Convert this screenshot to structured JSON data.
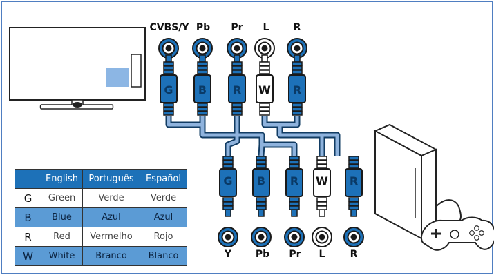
{
  "top_jacks": [
    "CVBS/Y",
    "Pb",
    "Pr",
    "L",
    "R"
  ],
  "top_plugs": [
    "G",
    "B",
    "R",
    "W",
    "R"
  ],
  "bottom_plugs": [
    "G",
    "B",
    "R",
    "W",
    "R"
  ],
  "bottom_jacks": [
    "Y",
    "Pb",
    "Pr",
    "L",
    "R"
  ],
  "colors": {
    "frame": "#4f7ec1",
    "plug_blue": "#1d71b8",
    "plug_dark": "#0a3a66",
    "cable": "#8fb3dd",
    "header": "#1d71b8",
    "highlight": "#5b9bd5",
    "tv_screen": "#8cb6e4"
  },
  "legend": {
    "headers": [
      "",
      "English",
      "Português",
      "Español"
    ],
    "rows": [
      {
        "code": "G",
        "en": "Green",
        "pt": "Verde",
        "es": "Verde"
      },
      {
        "code": "B",
        "en": "Blue",
        "pt": "Azul",
        "es": "Azul"
      },
      {
        "code": "R",
        "en": "Red",
        "pt": "Vermelho",
        "es": "Rojo"
      },
      {
        "code": "W",
        "en": "White",
        "pt": "Branco",
        "es": "Blanco"
      }
    ]
  }
}
